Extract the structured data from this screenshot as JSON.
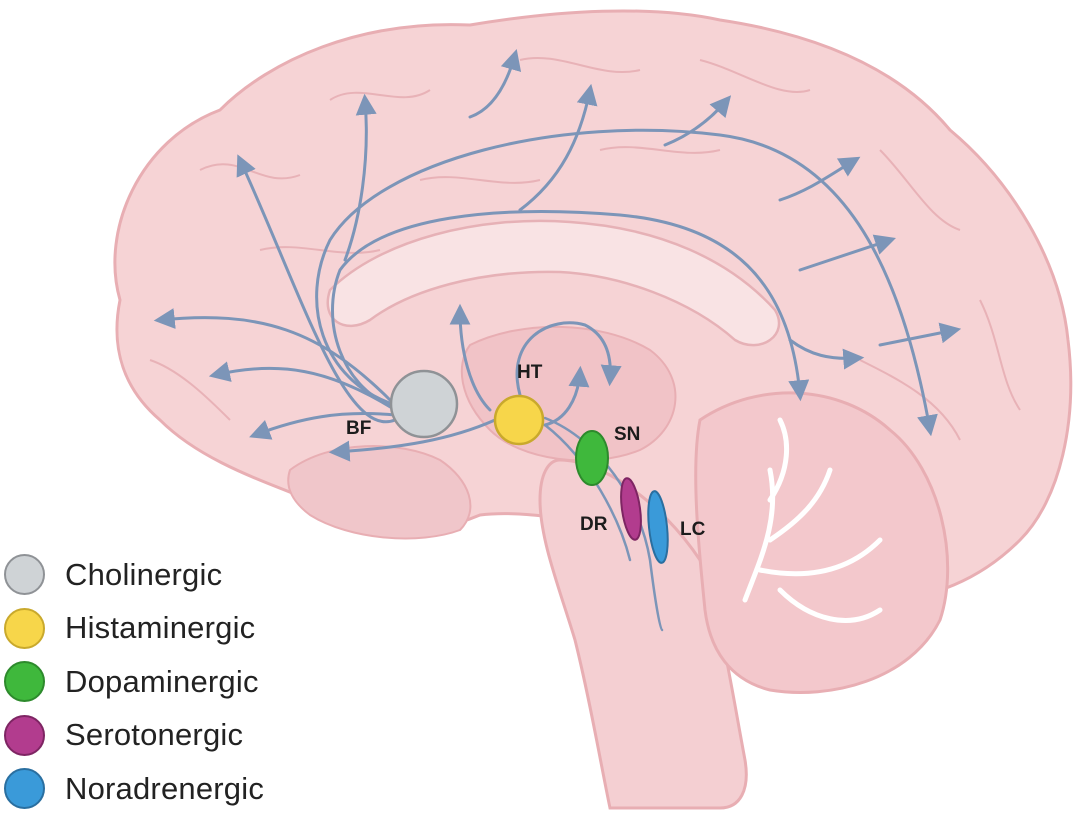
{
  "regions": [
    {
      "id": "BF",
      "label": "BF",
      "system": "Cholinergic"
    },
    {
      "id": "HT",
      "label": "HT",
      "system": "Histaminergic"
    },
    {
      "id": "SN",
      "label": "SN",
      "system": "Dopaminergic"
    },
    {
      "id": "DR",
      "label": "DR",
      "system": "Serotonergic"
    },
    {
      "id": "LC",
      "label": "LC",
      "system": "Noradrenergic"
    }
  ],
  "legend": [
    {
      "label": "Cholinergic",
      "color": "#cfd3d6",
      "border": "#8f9296"
    },
    {
      "label": "Histaminergic",
      "color": "#f7d64a",
      "border": "#c9a92c"
    },
    {
      "label": "Dopaminergic",
      "color": "#3fb83c",
      "border": "#2d8a2c"
    },
    {
      "label": "Serotonergic",
      "color": "#b23c8e",
      "border": "#7e2563"
    },
    {
      "label": "Noradrenergic",
      "color": "#3a9ad9",
      "border": "#2a6fa0"
    }
  ],
  "colors": {
    "brain_fill": "#f6d3d5",
    "brain_outline": "#e8aeb3",
    "inner_fill": "#f2c4c8",
    "pathway": "#7c95b8"
  }
}
